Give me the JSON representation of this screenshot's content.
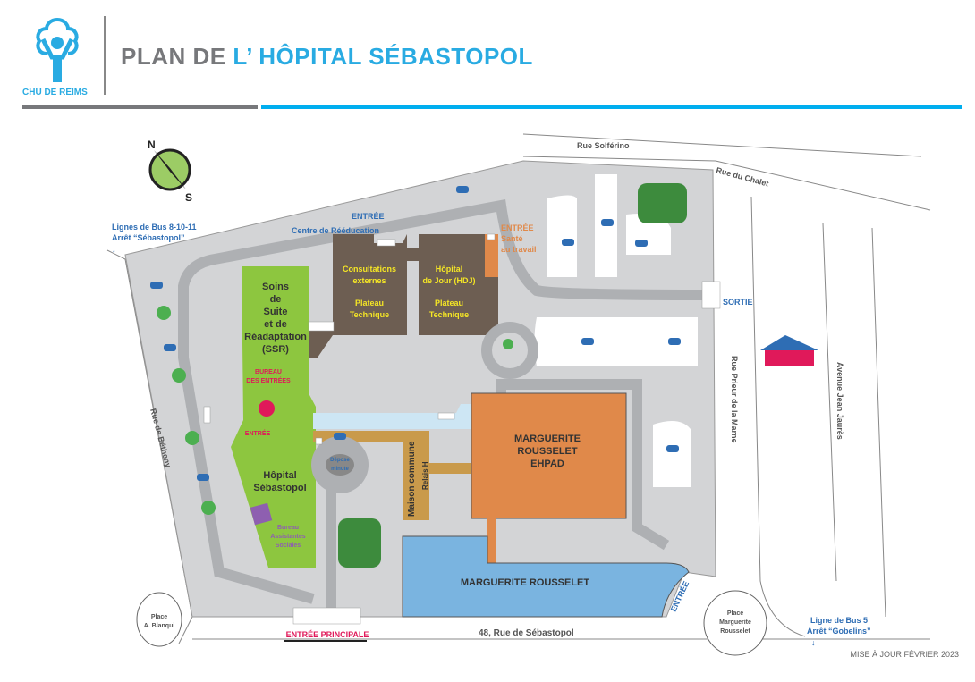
{
  "header": {
    "logo_text": "CHU DE REIMS",
    "title_prefix": "PLAN DE ",
    "title_highlight": "L’ HÔPITAL SÉBASTOPOL",
    "update_note": "MISE À JOUR FÉVRIER 2023"
  },
  "colors": {
    "accent": "#00aeef",
    "gray": "#77787b",
    "ssr": "#8dc63f",
    "brown": "#6d5e52",
    "ehpad": "#e0894a",
    "mr": "#7ab4e0",
    "pink": "#e0195a"
  },
  "streets": {
    "solferino": "Rue Solférino",
    "chalet": "Rue du Chalet",
    "prieur": "Rue Prieur de la Marne",
    "jaures": "Avenue Jean Jaurès",
    "betheny": "Rue de Bétheny",
    "sebastopol": "48, Rue de Sébastopol"
  },
  "bus": {
    "left_line": "Lignes de Bus 8-10-11",
    "left_stop": "Arrêt “Sébastopol”",
    "right_line": "Ligne de Bus 5",
    "right_stop": "Arrêt “Gobelins”"
  },
  "places": {
    "blanqui": [
      "Place",
      "A. Blanqui"
    ],
    "rousselet": [
      "Place",
      "Marguerite",
      "Rousselet"
    ]
  },
  "buildings": {
    "ssr": [
      "Soins",
      "de",
      "Suite",
      "et de",
      "Réadaptation",
      "(SSR)"
    ],
    "consult": [
      "Consultations",
      "externes",
      "Plateau",
      "Technique"
    ],
    "hdj": [
      "Hôpital",
      "de Jour (HDJ)",
      "Plateau",
      "Technique"
    ],
    "hopital": [
      "Hôpital",
      "Sébastopol"
    ],
    "ehpad": [
      "MARGUERITE",
      "ROUSSELET",
      "EHPAD"
    ],
    "mr": "MARGUERITE ROUSSELET",
    "maison": "Maison commune",
    "relais": "Relais H",
    "depose": [
      "Dépose",
      "minute"
    ]
  },
  "labels": {
    "entree_reeduc": "ENTRÉE",
    "centre_reeduc": "Centre de Rééducation",
    "entree_sante": "ENTRÉE",
    "sante_travail": [
      "Santé",
      "au travail"
    ],
    "sortie": "SORTIE",
    "bureau_entrees": [
      "BUREAU",
      "DES ENTRÉES"
    ],
    "entree_ssr": "ENTRÉE",
    "bureau_as": [
      "Bureau",
      "Assistantes",
      "Sociales"
    ],
    "entree_principale": "ENTRÉE PRINCIPALE",
    "entree_mr": "ENTRÉE",
    "compass_n": "N",
    "compass_s": "S"
  }
}
